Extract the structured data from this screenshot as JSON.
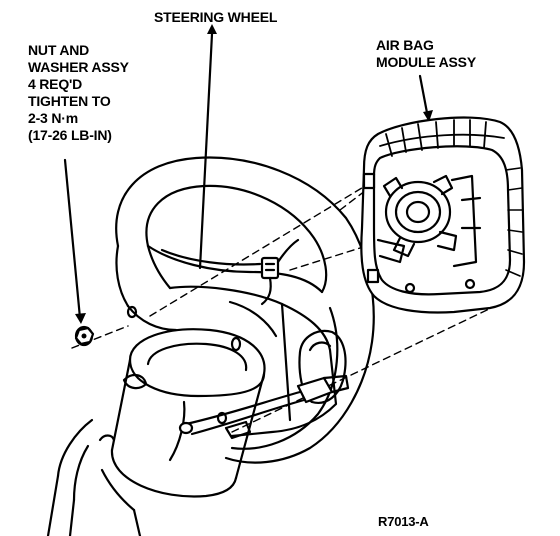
{
  "labels": {
    "steering_wheel": "STEERING WHEEL",
    "nut_and_washer": [
      "NUT AND",
      "WASHER ASSY",
      "4 REQ'D",
      "TIGHTEN TO",
      "2-3 N·m",
      "(17-26 LB-IN)"
    ],
    "air_bag_module": [
      "AIR BAG",
      "MODULE ASSY"
    ],
    "figure_code": "R7013-A"
  }
}
